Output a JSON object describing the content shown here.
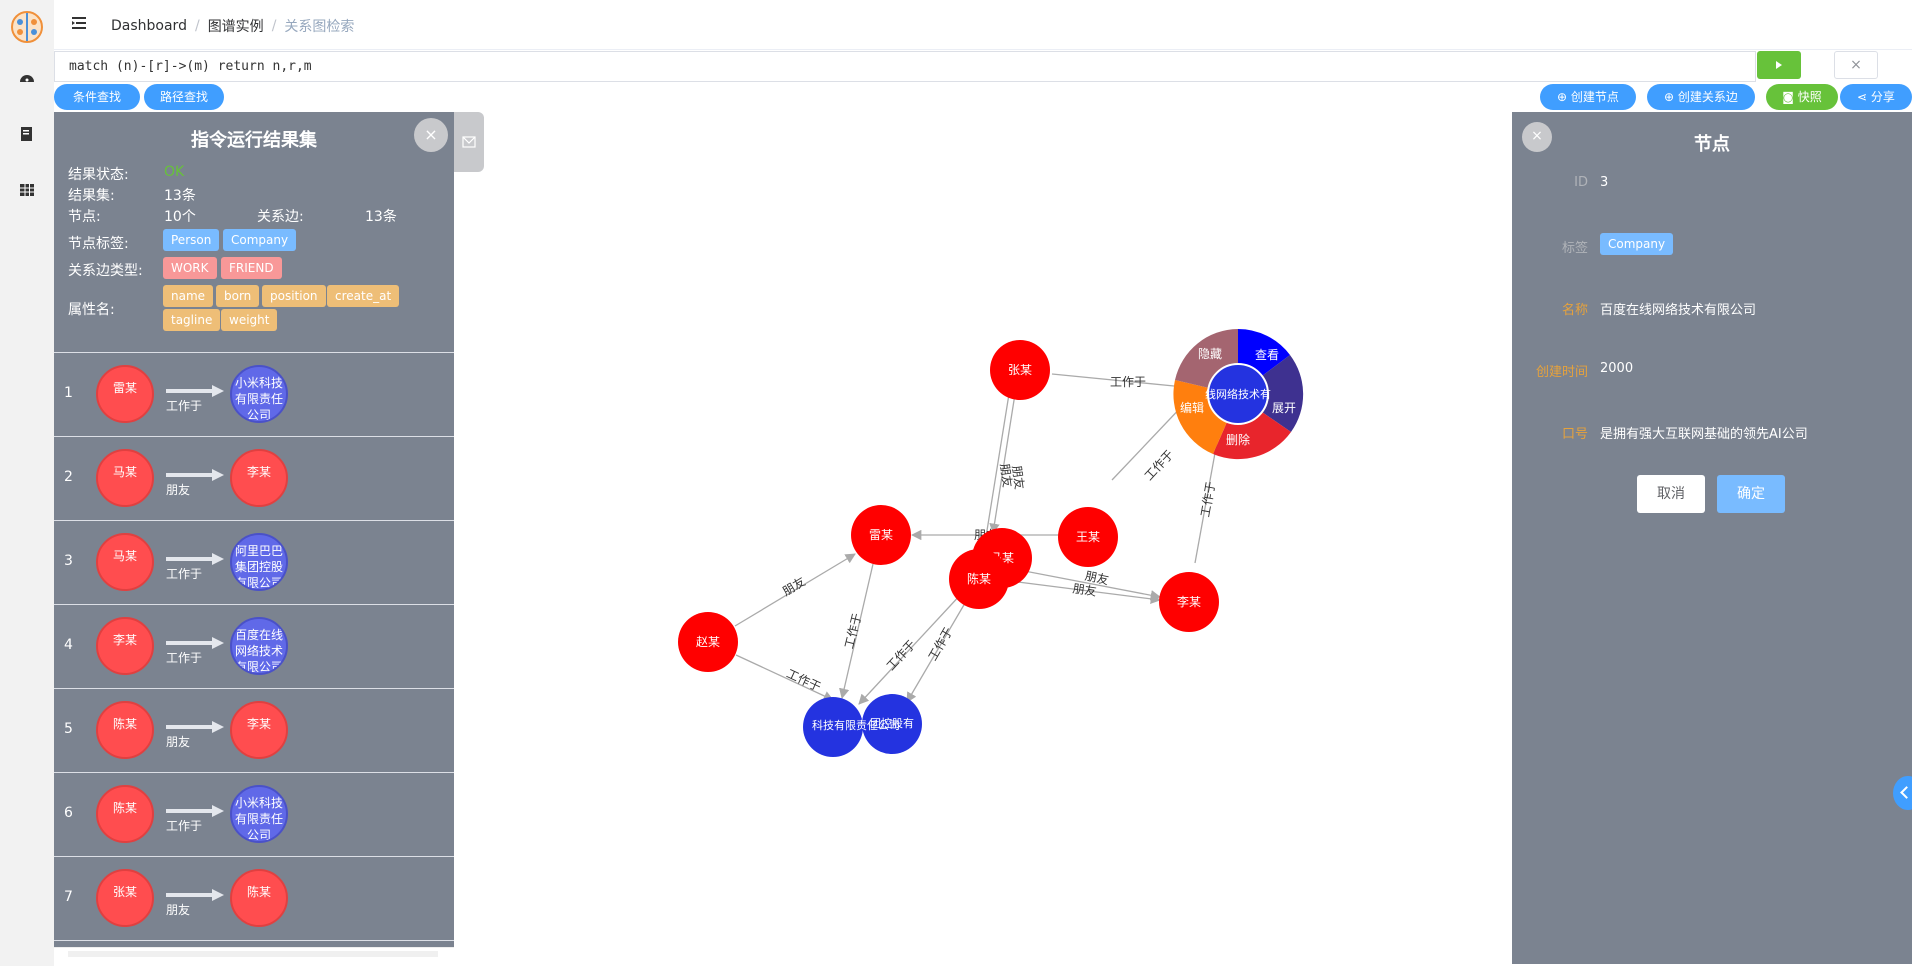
{
  "header": {
    "breadcrumbs": [
      "Dashboard",
      "图谱实例",
      "关系图检索"
    ]
  },
  "query": {
    "value": "match (n)-[r]->(m) return n,r,m",
    "clear": "×"
  },
  "toolbar": {
    "condition_search": "条件查找",
    "path_search": "路径查找",
    "create_node": "创建节点",
    "create_edge": "创建关系边",
    "snapshot": "快照",
    "share": "分享"
  },
  "result_panel": {
    "title": "指令运行结果集",
    "close": "×",
    "status_label": "结果状态:",
    "status_value": "OK",
    "result_label": "结果集:",
    "result_value": "13条",
    "nodes_label": "节点:",
    "nodes_value": "10个",
    "edges_label": "关系边:",
    "edges_value": "13条",
    "node_labels_label": "节点标签:",
    "node_labels": [
      "Person",
      "Company"
    ],
    "edge_types_label": "关系边类型:",
    "edge_types": [
      "WORK",
      "FRIEND"
    ],
    "props_label": "属性名:",
    "props": [
      "name",
      "born",
      "position",
      "create_at",
      "tagline",
      "weight"
    ],
    "rows": [
      {
        "num": "1",
        "from": "雷某",
        "rel": "工作于",
        "to": "小米科技有限责任公司",
        "to_type": "company"
      },
      {
        "num": "2",
        "from": "马某",
        "rel": "朋友",
        "to": "李某",
        "to_type": "person"
      },
      {
        "num": "3",
        "from": "马某",
        "rel": "工作于",
        "to": "阿里巴巴集团控股有限公司",
        "to_type": "company"
      },
      {
        "num": "4",
        "from": "李某",
        "rel": "工作于",
        "to": "百度在线网络技术有限公司",
        "to_type": "company"
      },
      {
        "num": "5",
        "from": "陈某",
        "rel": "朋友",
        "to": "李某",
        "to_type": "person"
      },
      {
        "num": "6",
        "from": "陈某",
        "rel": "工作于",
        "to": "小米科技有限责任公司",
        "to_type": "company"
      },
      {
        "num": "7",
        "from": "张某",
        "rel": "朋友",
        "to": "陈某",
        "to_type": "person"
      }
    ]
  },
  "graph": {
    "nodes": {
      "zhang": "张某",
      "wang": "王某",
      "lei": "雷某",
      "ma": "马某",
      "chen": "陈某",
      "li": "李某",
      "zhao": "赵某",
      "baidu": "线网络技术有",
      "co1": "科技有限责任公司",
      "co2": "团控股有"
    },
    "edges": {
      "work": "工作于",
      "friend": "朋友"
    },
    "menu": {
      "view": "查看",
      "expand": "展开",
      "delete": "删除",
      "edit": "编辑",
      "hide": "隐藏"
    },
    "menu_colors": {
      "view": "#0000ff",
      "expand": "#3e3190",
      "delete": "#e8252c",
      "edit": "#ff7f0e",
      "hide": "#a46570"
    }
  },
  "node_panel": {
    "title": "节点",
    "close": "×",
    "id_label": "ID",
    "id_value": "3",
    "tag_label": "标签",
    "tag_value": "Company",
    "name_label": "名称",
    "name_value": "百度在线网络技术有限公司",
    "created_label": "创建时间",
    "created_value": "2000",
    "slogan_label": "口号",
    "slogan_value": "是拥有强大互联网基础的领先AI公司",
    "cancel": "取消",
    "confirm": "确定"
  }
}
